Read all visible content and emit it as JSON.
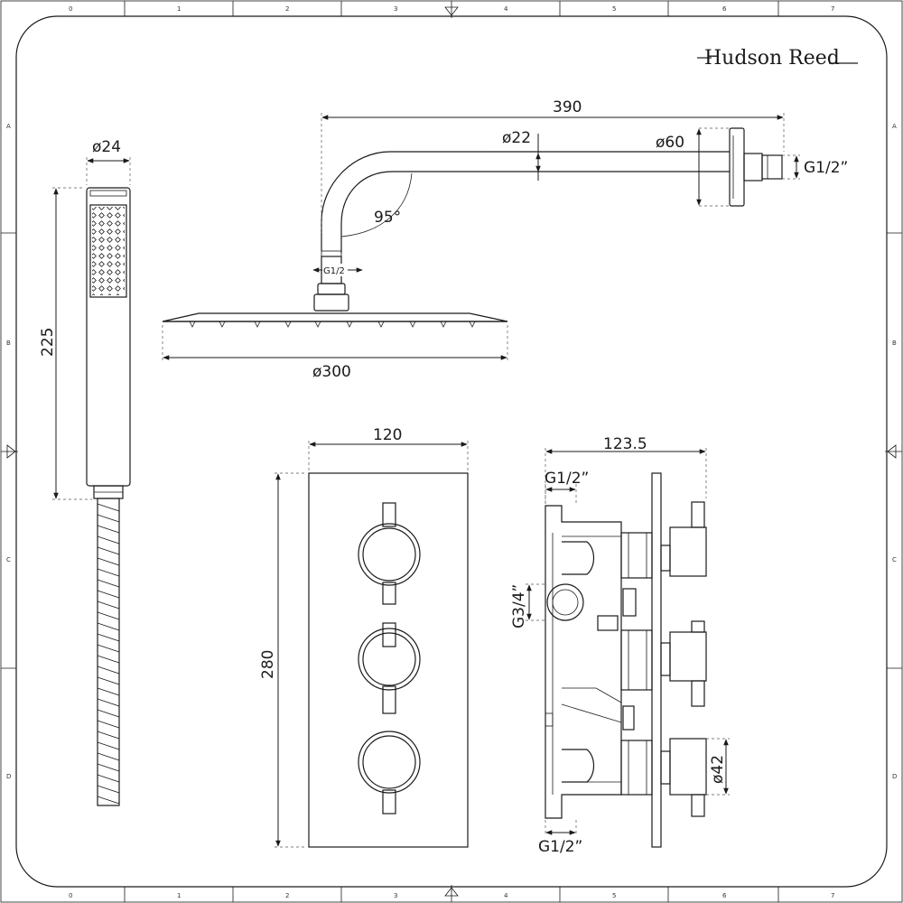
{
  "brand": "Hudson Reed",
  "grid": {
    "columns": [
      "0",
      "1",
      "2",
      "3",
      "4",
      "5",
      "6",
      "7"
    ],
    "rows": [
      "A",
      "B",
      "C",
      "D"
    ]
  },
  "dimensions": {
    "handset_diameter": "ø24",
    "handset_length": "225",
    "arm_length": "390",
    "arm_diameter": "ø22",
    "flange_diameter": "ø60",
    "arm_thread": "G1/2”",
    "arm_angle": "95°",
    "head_thread": "G1/2",
    "head_diameter": "ø300",
    "plate_width": "120",
    "plate_height": "280",
    "valve_depth": "123.5",
    "valve_inlet_top": "G1/2”",
    "valve_outlet": "G3/4”",
    "valve_inlet_bottom": "G1/2”",
    "handle_diameter": "ø42"
  }
}
